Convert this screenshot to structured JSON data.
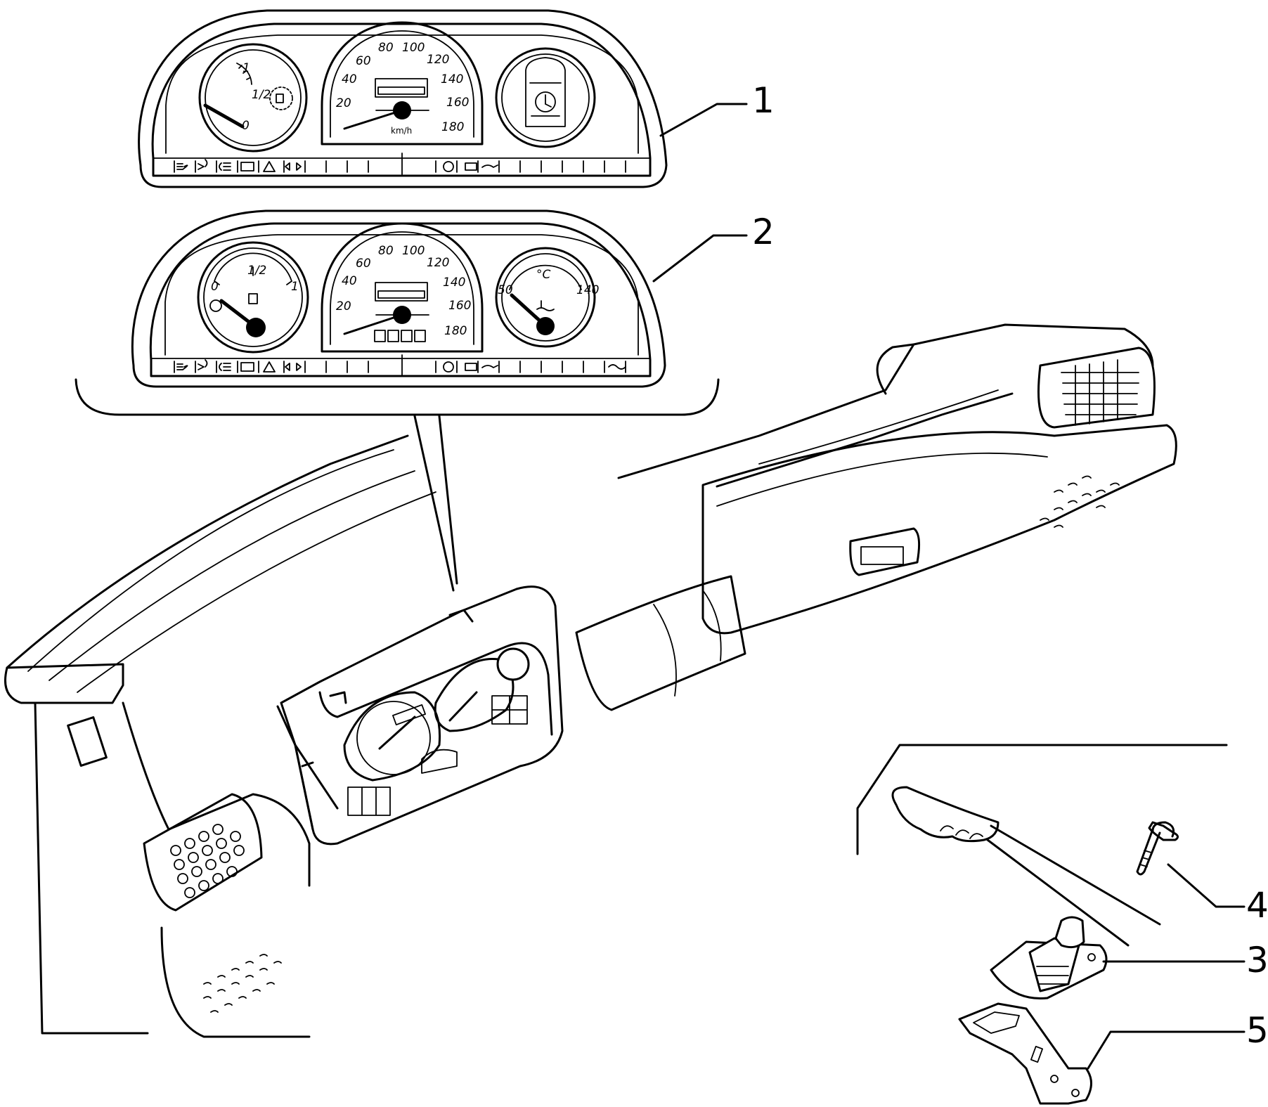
{
  "callouts": [
    {
      "id": "1",
      "label": "1"
    },
    {
      "id": "2",
      "label": "2"
    },
    {
      "id": "3",
      "label": "3"
    },
    {
      "id": "4",
      "label": "4"
    },
    {
      "id": "5",
      "label": "5"
    }
  ],
  "speedometer": {
    "ticks": [
      "20",
      "40",
      "60",
      "80",
      "100",
      "120",
      "140",
      "160",
      "180"
    ],
    "unit": "km/h"
  },
  "cluster1": {
    "fuel_gauge": {
      "top": "1",
      "bottom": "0",
      "half": "1/2"
    }
  },
  "cluster2": {
    "fuel_gauge": {
      "empty": "0",
      "half": "1/2",
      "full": "1"
    },
    "temp_gauge": {
      "low": "50",
      "high": "140",
      "unit": "°C"
    }
  }
}
